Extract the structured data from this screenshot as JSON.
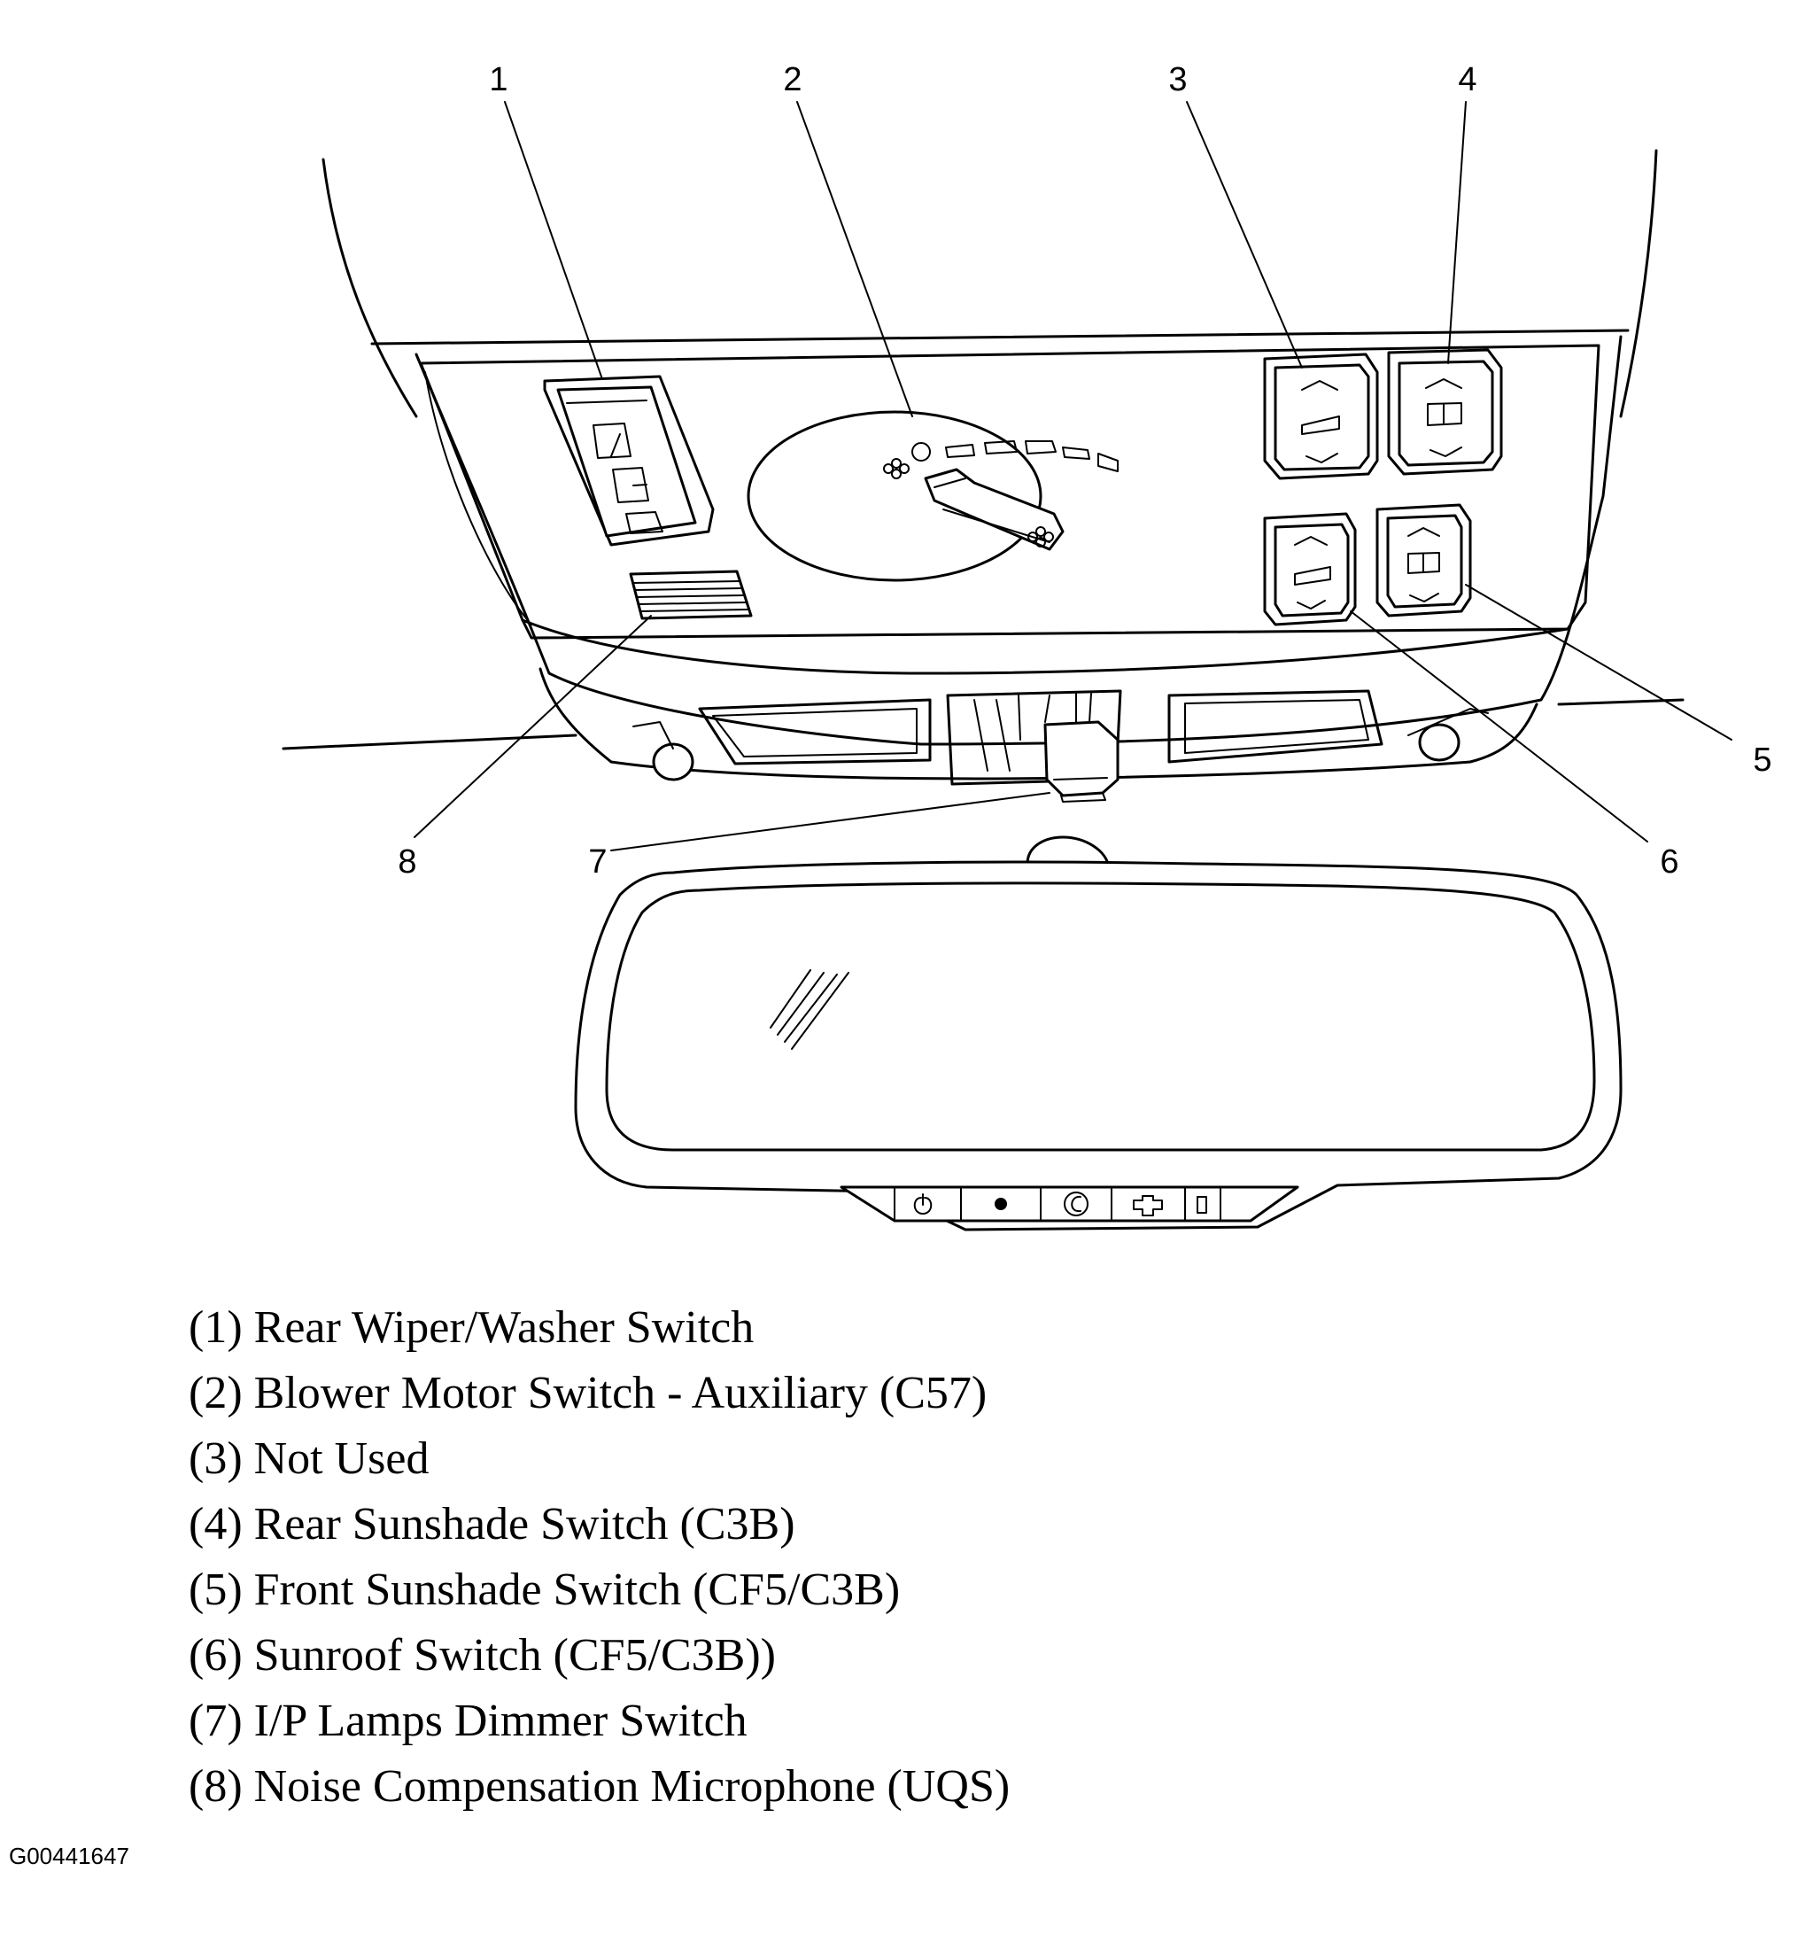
{
  "callouts": [
    "1",
    "2",
    "3",
    "4",
    "5",
    "6",
    "7",
    "8"
  ],
  "legend": [
    "(1) Rear Wiper/Washer Switch",
    "(2) Blower Motor Switch - Auxiliary (C57)",
    "(3) Not Used",
    "(4) Rear Sunshade Switch (C3B)",
    "(5) Front Sunshade Switch (CF5/C3B)",
    "(6) Sunroof Switch (CF5/C3B))",
    "(7) I/P Lamps Dimmer Switch",
    "(8) Noise Compensation Microphone (UQS)"
  ],
  "figure_id": "G00441647"
}
